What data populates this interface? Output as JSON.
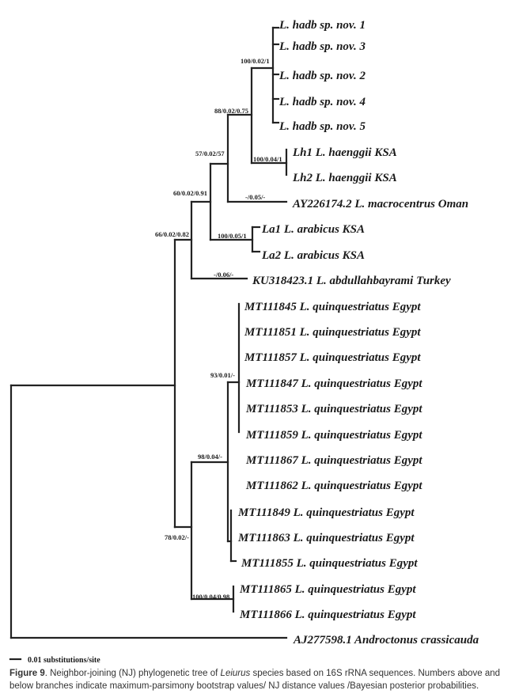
{
  "taxa": [
    "L. hadb sp. nov. 1",
    "L. hadb sp. nov. 3",
    "L. hadb sp. nov. 2",
    "L. hadb sp. nov. 4",
    "L. hadb sp. nov. 5",
    "Lh1 L. haenggii KSA",
    "Lh2 L. haenggii KSA",
    "AY226174.2 L. macrocentrus Oman",
    "La1 L. arabicus KSA",
    "La2 L. arabicus KSA",
    "KU318423.1 L. abdullahbayrami Turkey",
    "MT111845 L. quinquestriatus  Egypt",
    "MT111851 L. quinquestriatus Egypt",
    "MT111857 L. quinquestriatus Egypt",
    "MT111847 L. quinquestriatus Egypt",
    "MT111853 L. quinquestriatus Egypt",
    "MT111859 L. quinquestriatus Egypt",
    "MT111867 L. quinquestriatus Egypt",
    "MT111862 L. quinquestriatus Egypt",
    "MT111849 L. quinquestriatus Egypt",
    "MT111863 L. quinquestriatus Egypt",
    "MT111855 L. quinquestriatus Egypt",
    "MT111865 L. quinquestriatus Egypt",
    "MT111866 L. quinquestriatus Egypt",
    "AJ277598.1 Androctonus crassicauda"
  ],
  "support_values": [
    "100/0.02/1",
    "88/0.02/0.75",
    "100/0.04/1",
    "57/0.02/57",
    "-/0.05/-",
    "60/0.02/0.91",
    "100/0.05/1",
    "66/0.02/0.82",
    "-/0.06/-",
    "93/0.01/-",
    "98/0.04/-",
    "78/0.02/-",
    "100/0.04/0.98"
  ],
  "scale_bar": {
    "label": "0.01 substitutions/site",
    "value": 0.01
  },
  "caption": {
    "figure_label": "Figure 9",
    "text_before_genus": ". Neighbor-joining (NJ) phylogenetic tree of ",
    "genus": "Leiurus",
    "text_after_genus": " species based on 16S rRNA sequences. Numbers above and below branches indicate maximum-parsimony bootstrap values/ NJ distance values /Bayesian posterior probabilities."
  }
}
